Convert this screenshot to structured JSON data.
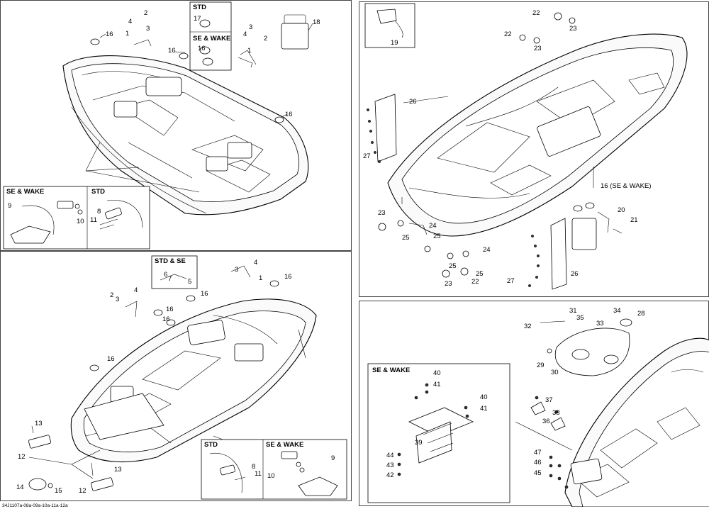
{
  "footer_code": "34J1107a-08a-09a-10a-11a-12a",
  "panel_tl": {
    "callouts": [
      "16",
      "17",
      "4",
      "2",
      "3",
      "1",
      "16",
      "4",
      "3",
      "2",
      "1",
      "16",
      "18",
      "16"
    ],
    "boxes": {
      "std": "STD",
      "se_wake": "SE & WAKE",
      "se_wake_lower": "SE & WAKE",
      "std_lower": "STD"
    },
    "box_callouts": [
      "9",
      "10",
      "8",
      "11"
    ]
  },
  "panel_tr": {
    "callouts": [
      "19",
      "22",
      "23",
      "22",
      "23",
      "26",
      "27",
      "23",
      "24",
      "25",
      "25",
      "16 (SE & WAKE)",
      "20",
      "21",
      "24",
      "25",
      "25",
      "23",
      "22",
      "27",
      "26"
    ]
  },
  "panel_bl": {
    "callouts": [
      "4",
      "3",
      "1",
      "16",
      "2",
      "3",
      "4",
      "16",
      "16",
      "16",
      "16",
      "13",
      "12",
      "14",
      "15",
      "13",
      "12"
    ],
    "boxes": {
      "std_se": "STD & SE",
      "std": "STD",
      "se_wake": "SE & WAKE"
    },
    "box_callouts_std_se": [
      "6",
      "7",
      "5"
    ],
    "box_callouts_lower": [
      "8",
      "11",
      "10",
      "9"
    ]
  },
  "panel_br": {
    "callouts": [
      "31",
      "35",
      "32",
      "33",
      "34",
      "28",
      "29",
      "30",
      "37",
      "38",
      "36",
      "47",
      "46",
      "45"
    ],
    "box": "SE & WAKE",
    "box_callouts": [
      "40",
      "41",
      "40",
      "41",
      "39",
      "44",
      "43",
      "42"
    ]
  }
}
